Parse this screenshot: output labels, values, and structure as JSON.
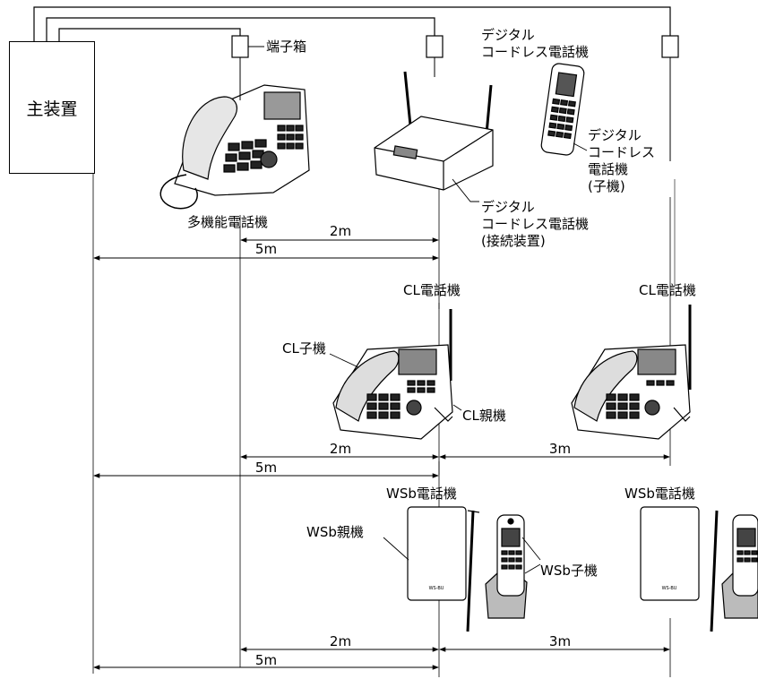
{
  "labels": {
    "main_unit": "主装置",
    "terminal_box": "端子箱",
    "multi_phone": "多機能電話機",
    "dect_handset_top": "デジタル\nコードレス電話機",
    "dect_handset_child": "デジタル\nコードレス\n電話機\n(子機)",
    "dect_base": "デジタル\nコードレス電話機\n(接続装置)",
    "cl_phone_1": "CL電話機",
    "cl_phone_2": "CL電話機",
    "cl_child": "CL子機",
    "cl_parent": "CL親機",
    "wsb_phone_1": "WSb電話機",
    "wsb_phone_2": "WSb電話機",
    "wsb_parent": "WSb親機",
    "wsb_child": "WSb子機"
  },
  "dimensions": {
    "row1_a": "2m",
    "row1_b": "5m",
    "row2_a": "2m",
    "row2_b": "3m",
    "row2_c": "5m",
    "row3_a": "2m",
    "row3_b": "3m",
    "row3_c": "5m"
  },
  "device_text": {
    "wsb_base_mark": "WS-BU"
  }
}
